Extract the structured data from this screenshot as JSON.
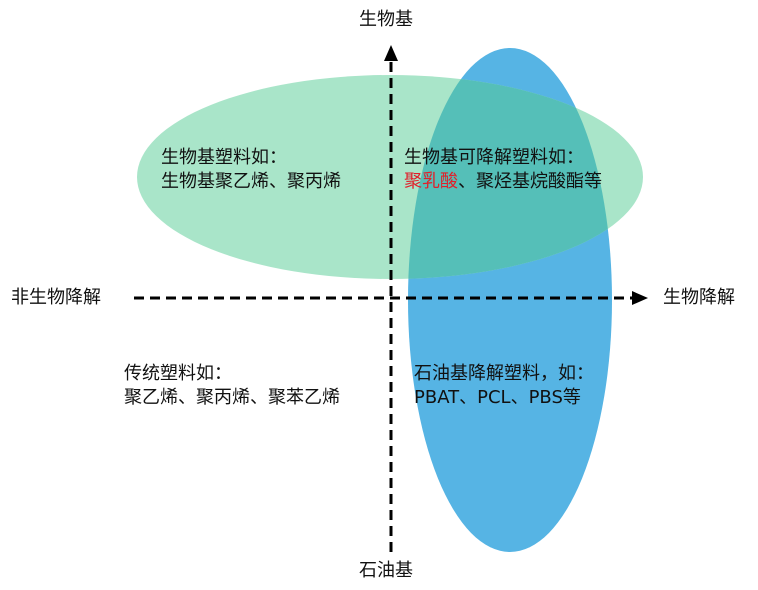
{
  "axes": {
    "top": "生物基",
    "bottom": "石油基",
    "left": "非生物降解",
    "right": "生物降解"
  },
  "quadrants": {
    "top_left": {
      "line1": "生物基塑料如：",
      "line2": "生物基聚乙烯、聚丙烯"
    },
    "top_right": {
      "line1": "生物基可降解塑料如：",
      "line2_highlight": "聚乳酸",
      "line2_rest": "、聚烃基烷酸酯等"
    },
    "bottom_left": {
      "line1": "传统塑料如：",
      "line2": "聚乙烯、聚丙烯、聚苯乙烯"
    },
    "bottom_right": {
      "line1": "石油基降解塑料，如：",
      "line2": "PBAT、PCL、PBS等"
    }
  },
  "colors": {
    "green_ellipse": "#a9e5c9",
    "blue_ellipse": "#56b4e4",
    "overlap": "#55bfb8",
    "highlight_text": "#e0202a"
  }
}
